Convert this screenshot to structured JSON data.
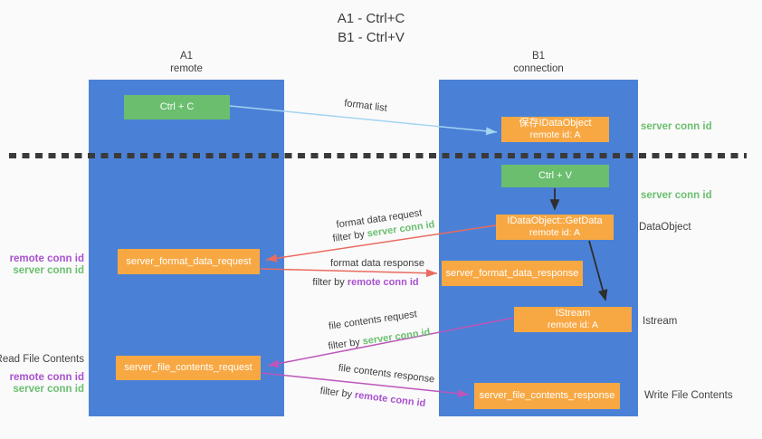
{
  "title": {
    "line1": "A1 - Ctrl+C",
    "line2": "B1 - Ctrl+V"
  },
  "lanes": {
    "left": {
      "name": "A1",
      "subtitle": "remote"
    },
    "right": {
      "name": "B1",
      "subtitle": "connection"
    }
  },
  "boxes": {
    "ctrl_c": "Ctrl + C",
    "save_idataobject": {
      "line1": "保存IDataObject",
      "line2": "remote id: A"
    },
    "ctrl_v": "Ctrl + V",
    "getdata": {
      "line1": "IDataObject::GetData",
      "line2": "remote id: A"
    },
    "format_request": "server_format_data_request",
    "format_response": "server_format_data_response",
    "istream": {
      "line1": "IStream",
      "line2": "remote id: A"
    },
    "file_request": "server_file_contents_request",
    "file_response": "server_file_contents_response"
  },
  "flow_labels": {
    "format_list": "format list",
    "format_data_request": "format data request",
    "format_data_request_filter": {
      "prefix": "filter by",
      "id": "server conn id"
    },
    "format_data_response": "format data response",
    "format_data_response_filter": {
      "prefix": "filter by",
      "id": "remote conn id"
    },
    "file_contents_request": "file contents request",
    "file_contents_request_filter": {
      "prefix": "filter by",
      "id": "server conn id"
    },
    "file_contents_response": "file contents response",
    "file_contents_response_filter": {
      "prefix": "filter by",
      "id": "remote conn id"
    }
  },
  "side_labels": {
    "left_format_remote": "remote conn id",
    "left_format_server": "server conn id",
    "left_read_title": "Read File Contents",
    "left_file_remote": "remote conn id",
    "left_file_server": "server conn id",
    "right_save_server": "server conn id",
    "right_paste_server": "server conn id",
    "right_dataobject": "DataObject",
    "right_istream": "Istream",
    "right_write_title": "Write File Contents"
  },
  "colors": {
    "lane_blue": "#4a81d6",
    "box_green": "#6abe6e",
    "box_orange": "#f8a843",
    "arrow_light_blue": "#a3d4f2",
    "arrow_red": "#e96a5f",
    "arrow_magenta": "#bc56ba",
    "arrow_black": "#2e2e2e",
    "label_green": "#6abf6f",
    "label_purple": "#a852cf",
    "dashed_line": "#3a3a3a"
  }
}
